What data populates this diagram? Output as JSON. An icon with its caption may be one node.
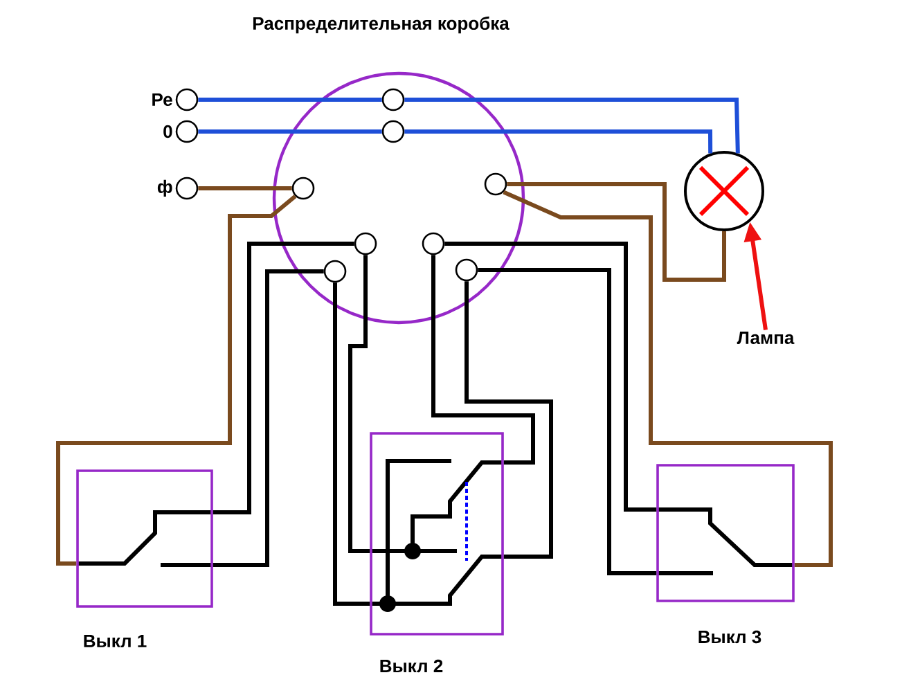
{
  "diagram": {
    "title": "Распределительная коробка",
    "nodes": [
      {
        "text": [
          "Ре"
        ]
      },
      {
        "text": [
          "0"
        ]
      },
      {
        "text": [
          "ф"
        ]
      },
      {
        "text": [],
        "shape": "circle"
      },
      {
        "text": [],
        "shape": "circle",
        "in": 3
      },
      {
        "text": [],
        "shape": "circle",
        "in": 3
      },
      {
        "text": [],
        "shape": "circle",
        "in": 3
      },
      {
        "text": [],
        "shape": "circle",
        "in": 3
      },
      {
        "text": [],
        "shape": "circle",
        "in": 3
      },
      {
        "text": [],
        "shape": "circle",
        "in": 3
      },
      {
        "text": [],
        "shape": "circle",
        "in": 3
      },
      {
        "text": [],
        "shape": "circle",
        "in": 3
      },
      {
        "text": [],
        "shape": "circle"
      },
      {
        "text": [
          "Лампа"
        ]
      },
      {
        "text": [
          "Выкл 1"
        ]
      },
      {
        "text": [
          "Выкл 2"
        ]
      },
      {
        "text": [
          "Выкл 3"
        ]
      }
    ],
    "edges": [
      {
        "from": 0,
        "to": 4,
        "arrow": "none",
        "color": "#1e4fd8"
      },
      {
        "from": 4,
        "to": 12,
        "arrow": "none",
        "color": "#1e4fd8"
      },
      {
        "from": 1,
        "to": 5,
        "arrow": "none",
        "color": "#1e4fd8"
      },
      {
        "from": 5,
        "to": 12,
        "arrow": "none",
        "color": "#1e4fd8"
      },
      {
        "from": 2,
        "to": 6,
        "arrow": "none",
        "color": "#7a4a1e"
      },
      {
        "from": 6,
        "to": 14,
        "arrow": "none",
        "color": "#7a4a1e"
      },
      {
        "from": 7,
        "to": 12,
        "arrow": "none",
        "color": "#7a4a1e"
      },
      {
        "from": 7,
        "to": 16,
        "arrow": "none",
        "color": "#7a4a1e"
      },
      {
        "from": 8,
        "to": 14,
        "arrow": "none"
      },
      {
        "from": 9,
        "to": 14,
        "arrow": "none"
      },
      {
        "from": 8,
        "to": 15,
        "arrow": "none"
      },
      {
        "from": 9,
        "to": 15,
        "arrow": "none"
      },
      {
        "from": 10,
        "to": 15,
        "arrow": "none"
      },
      {
        "from": 11,
        "to": 15,
        "arrow": "none"
      },
      {
        "from": 10,
        "to": 16,
        "arrow": "none"
      },
      {
        "from": 11,
        "to": 16,
        "arrow": "none"
      },
      {
        "from": 13,
        "to": 12,
        "arrow": "to",
        "color": "#ee1111"
      }
    ]
  }
}
